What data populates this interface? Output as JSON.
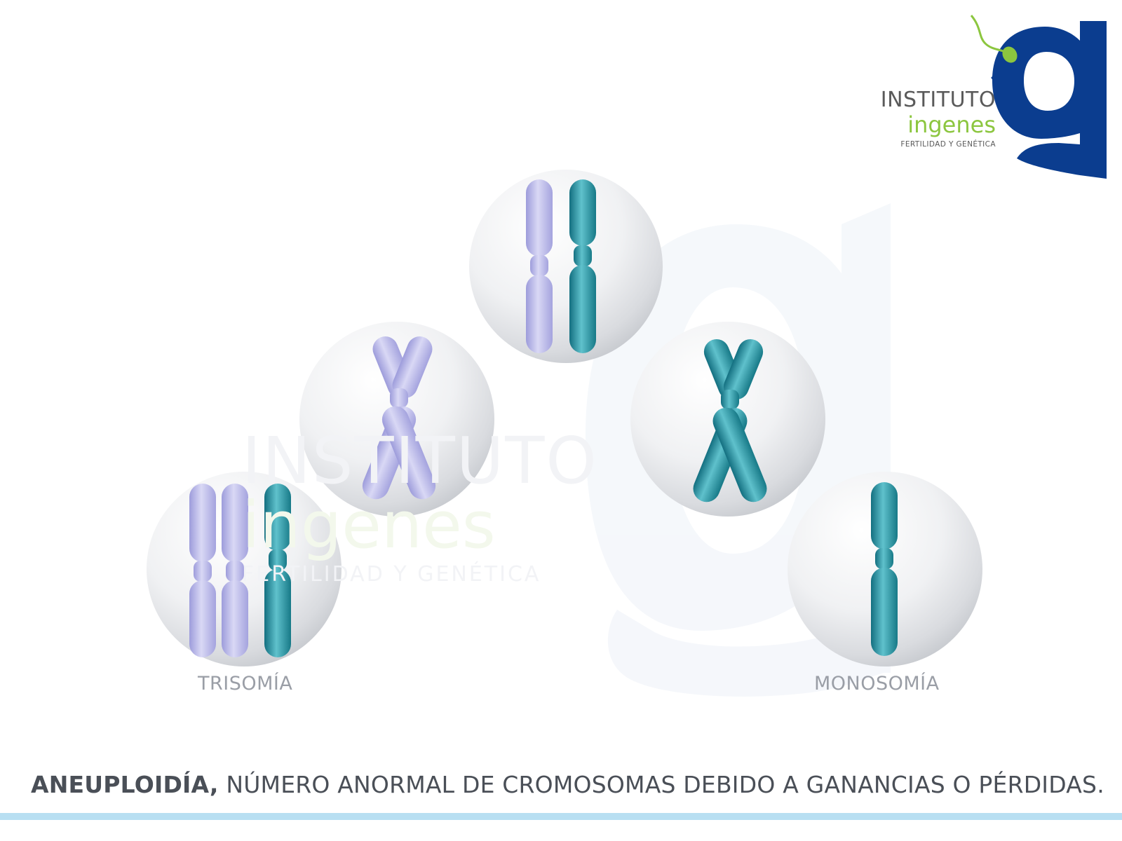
{
  "logo": {
    "line1": "INSTITUTO",
    "line2": "ingenes",
    "line3": "FERTILIDAD Y GENÉTICA",
    "brand_color": "#0b3d8f",
    "accent_color": "#8cc63f"
  },
  "watermark": {
    "line1": "INSTITUTO",
    "line2": "ingenes",
    "line3": "FERTILIDAD Y GENÉTICA"
  },
  "labels": {
    "trisomy": "TRISOMÍA",
    "monosomy": "MONOSOMÍA"
  },
  "caption": {
    "bold": "ANEUPLOIDÍA,",
    "rest": " NÚMERO ANORMAL DE CROMOSOMAS DEBIDO A GANANCIAS O PÉRDIDAS."
  },
  "colors": {
    "lavender_chromosome": "#b3b3e6",
    "teal_chromosome": "#1f8f9e",
    "bottom_bar": "#b8dff2"
  }
}
